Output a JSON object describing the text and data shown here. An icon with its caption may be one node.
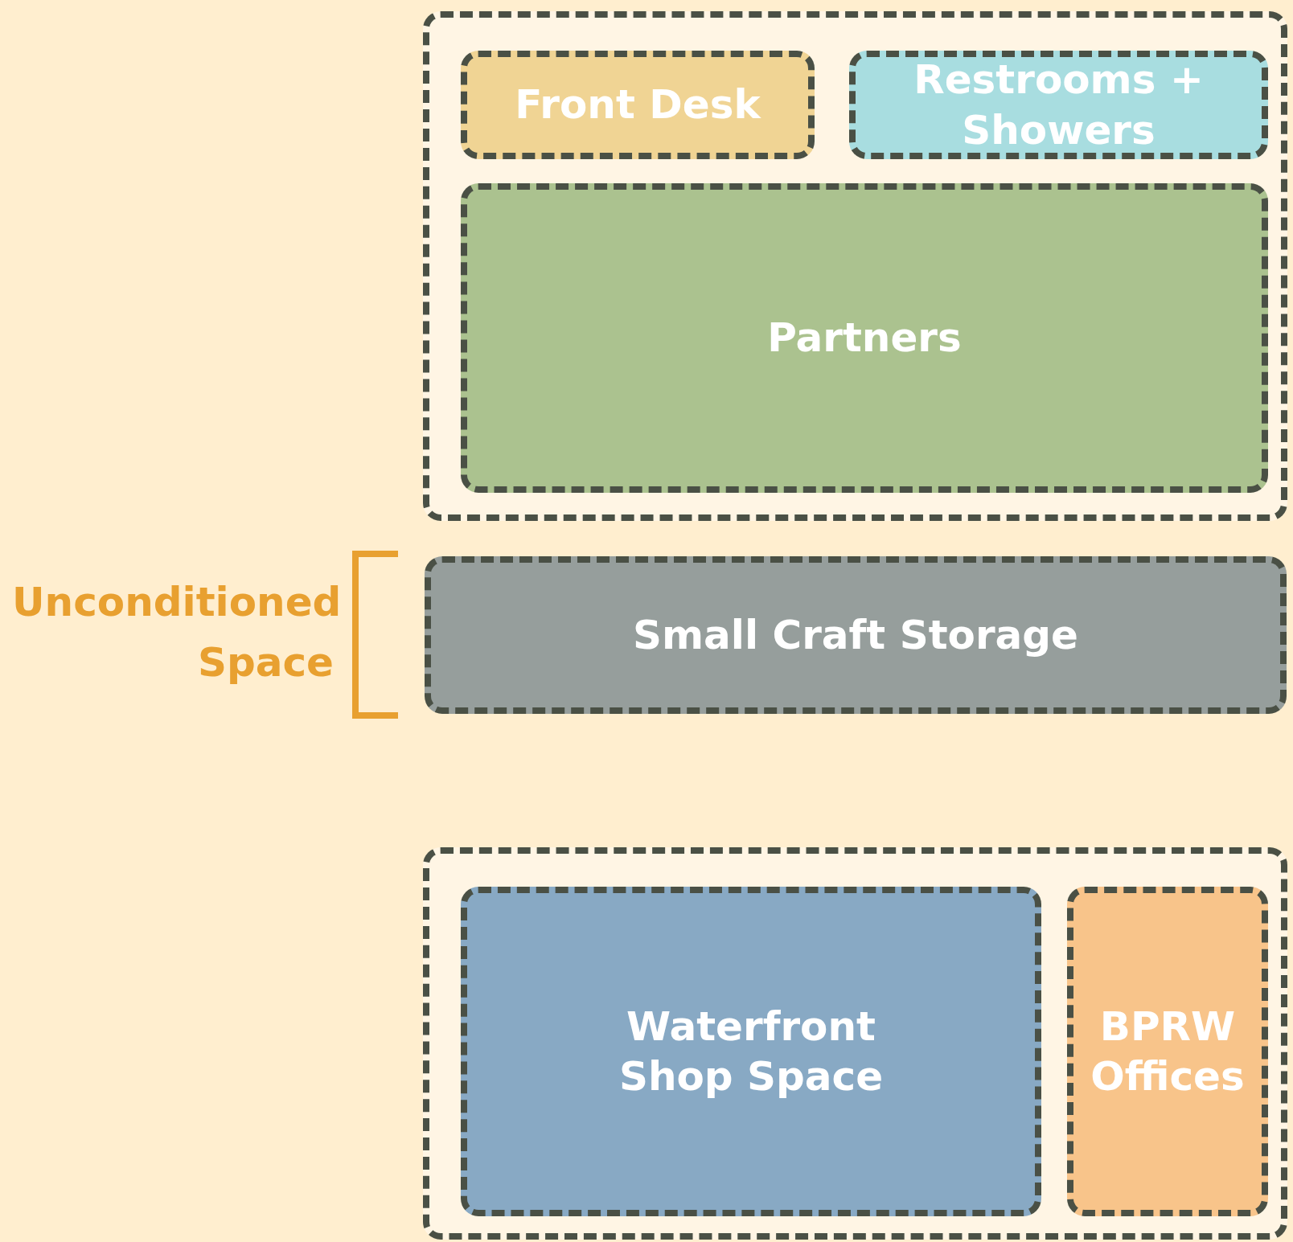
{
  "diagram": {
    "nodes": [
      {
        "text": [],
        "shape": "box"
      },
      {
        "text": [
          "Front Desk"
        ],
        "in": 0
      },
      {
        "text": [
          "Restrooms + Showers"
        ],
        "in": 0
      },
      {
        "text": [
          "Partners"
        ],
        "in": 0
      },
      {
        "text": [
          "Small Craft Storage"
        ]
      },
      {
        "text": [],
        "shape": "box"
      },
      {
        "text": [
          "Waterfront Shop Space"
        ],
        "in": 5
      },
      {
        "text": [
          "BPRW Offices"
        ],
        "in": 5
      }
    ],
    "labels": [
      "Unconditioned Space"
    ]
  }
}
